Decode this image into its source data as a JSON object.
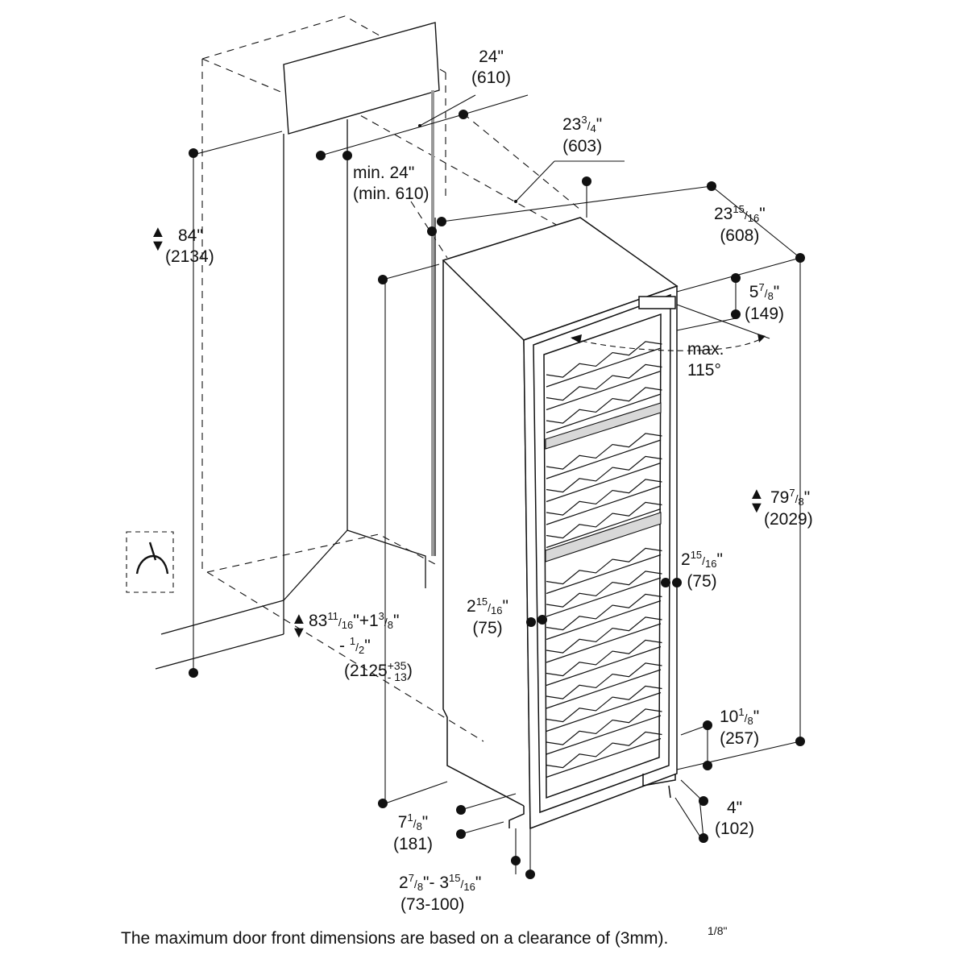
{
  "dimensions": {
    "niche_depth": {
      "value": "24\"",
      "metric": "(610)"
    },
    "cabinet_depth": {
      "whole": "23",
      "num": "3",
      "den": "4",
      "inch": "\"",
      "metric": "(603)"
    },
    "min_width": {
      "value": "min. 24\"",
      "metric": "(min. 610)"
    },
    "depth_with_door": {
      "whole": "23",
      "num": "15",
      "den": "16",
      "inch": "\"",
      "metric": "(608)"
    },
    "niche_height": {
      "value": "84\"",
      "metric": "(2134)"
    },
    "top_gap": {
      "whole": "5",
      "num": "7",
      "den": "8",
      "inch": "\"",
      "metric": "(149)"
    },
    "door_angle": {
      "line1": "max.",
      "line2": "115°"
    },
    "appliance_height": {
      "whole": "79",
      "num": "7",
      "den": "8",
      "inch": "\"",
      "metric": "(2029)"
    },
    "door_offset_right": {
      "whole": "2",
      "num": "15",
      "den": "16",
      "inch": "\"",
      "metric": "(75)"
    },
    "door_offset_left": {
      "whole": "2",
      "num": "15",
      "den": "16",
      "inch": "\"",
      "metric": "(75)"
    },
    "niche_opening": {
      "whole": "83",
      "num": "11",
      "den": "16",
      "inch": "\"",
      "plus_whole": "+1",
      "plus_num": "3",
      "plus_den": "8",
      "plus_inch": "\"",
      "minus_prefix": "- ",
      "minus_num": "1",
      "minus_den": "2",
      "minus_inch": "\"",
      "metric_open": "(2125",
      "tol_plus": "+35",
      "tol_minus": "- 13",
      "metric_close": ")"
    },
    "toe_kick_height": {
      "whole": "10",
      "num": "1",
      "den": "8",
      "inch": "\"",
      "metric": "(257)"
    },
    "foot_height": {
      "value": "4\"",
      "metric": "(102)"
    },
    "plinth_depth": {
      "whole": "7",
      "num": "1",
      "den": "8",
      "inch": "\"",
      "metric": "(181)"
    },
    "plinth_range": {
      "whole1": "2",
      "num1": "7",
      "den1": "8",
      "mid": "\"- 3",
      "num2": "15",
      "den2": "16",
      "inch": "\"",
      "metric": "(73-100)"
    }
  },
  "caption": {
    "text": "The maximum door front dimensions are based on a clearance of (3mm).",
    "overlay_num": "1",
    "overlay_den": "8",
    "overlay_inch": "\""
  }
}
